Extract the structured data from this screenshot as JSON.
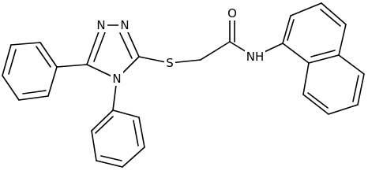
{
  "molecule": {
    "atoms": {
      "n_triazole_1": "N",
      "n_triazole_2": "N",
      "n_triazole_4": "N",
      "s_thioether": "S",
      "o_carbonyl": "O",
      "nh_amide": "NH"
    }
  }
}
